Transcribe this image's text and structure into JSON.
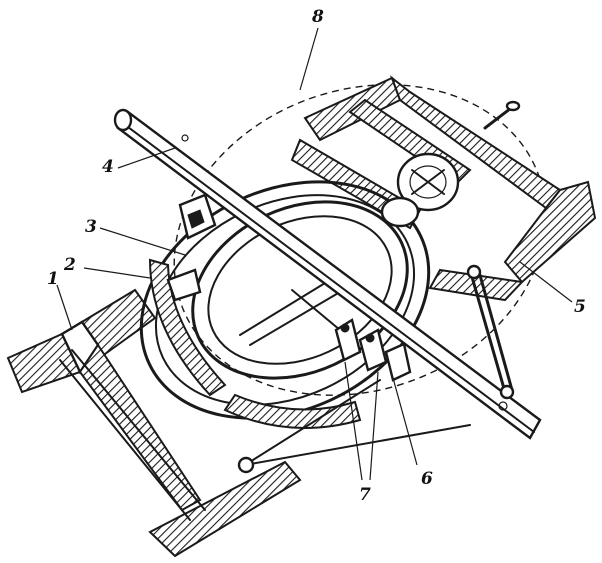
{
  "callouts": {
    "l1": "1",
    "l2": "2",
    "l3": "3",
    "l4": "4",
    "l5": "5",
    "l6": "6",
    "l7": "7",
    "l8": "8"
  }
}
